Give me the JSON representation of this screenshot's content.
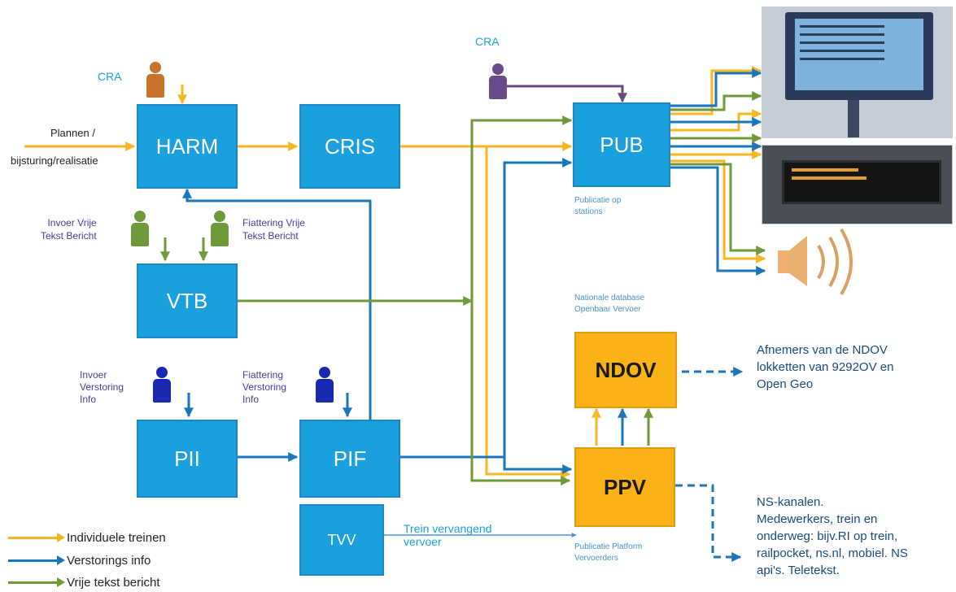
{
  "cra_labels": [
    "CRA",
    "CRA"
  ],
  "inputs": {
    "plannen": "Plannen /",
    "bijsturing": "bijsturing/realisatie"
  },
  "boxes": {
    "harm": "HARM",
    "cris": "CRIS",
    "pub": "PUB",
    "vtb": "VTB",
    "ndov": "NDOV",
    "pii": "PII",
    "pif": "PIF",
    "ppv": "PPV",
    "tvv": "TVV"
  },
  "actors": {
    "invoer_vrije": [
      "Invoer Vrije",
      "Tekst Bericht"
    ],
    "fiattering_vrije": [
      "Fiattering Vrije",
      "Tekst Bericht"
    ],
    "invoer_verstoring": [
      "Invoer",
      "Verstoring",
      "Info"
    ],
    "fiattering_verstoring": [
      "Fiattering",
      "Verstoring",
      "Info"
    ]
  },
  "captions": {
    "pub": [
      "Publicatie op",
      "stations"
    ],
    "ndov": [
      "Nationale database",
      "Openbaar Vervoer"
    ],
    "ppv": [
      "Publicatie Platform",
      "Vervoerders"
    ],
    "tvv": [
      "Trein vervangend",
      "vervoer"
    ]
  },
  "outputs": {
    "ndov": [
      "Afnemers van de NDOV",
      "lokketten van 9292OV en",
      "Open Geo"
    ],
    "ppv": [
      "NS-kanalen.",
      "Medewerkers, trein en",
      "onderweg: bijv.RI op trein,",
      "railpocket, ns.nl, mobiel. NS",
      "api's. Teletekst."
    ]
  },
  "legend": [
    {
      "label": "Individuele treinen",
      "color": "#f9b522"
    },
    {
      "label": "Verstorings info",
      "color": "#1a75bb"
    },
    {
      "label": "Vrije tekst bericht",
      "color": "#6e9a3a"
    }
  ],
  "icons": [
    "display-board-icon",
    "led-sign-icon",
    "speaker-icon"
  ],
  "colors": {
    "yellow": "#f9b522",
    "blue": "#1a75bb",
    "green": "#6e9a3a",
    "box_blue": "#1a9fdf",
    "box_orange": "#fbb217",
    "cra_text": "#1aa1db",
    "label_text": "#4a3a9a"
  }
}
